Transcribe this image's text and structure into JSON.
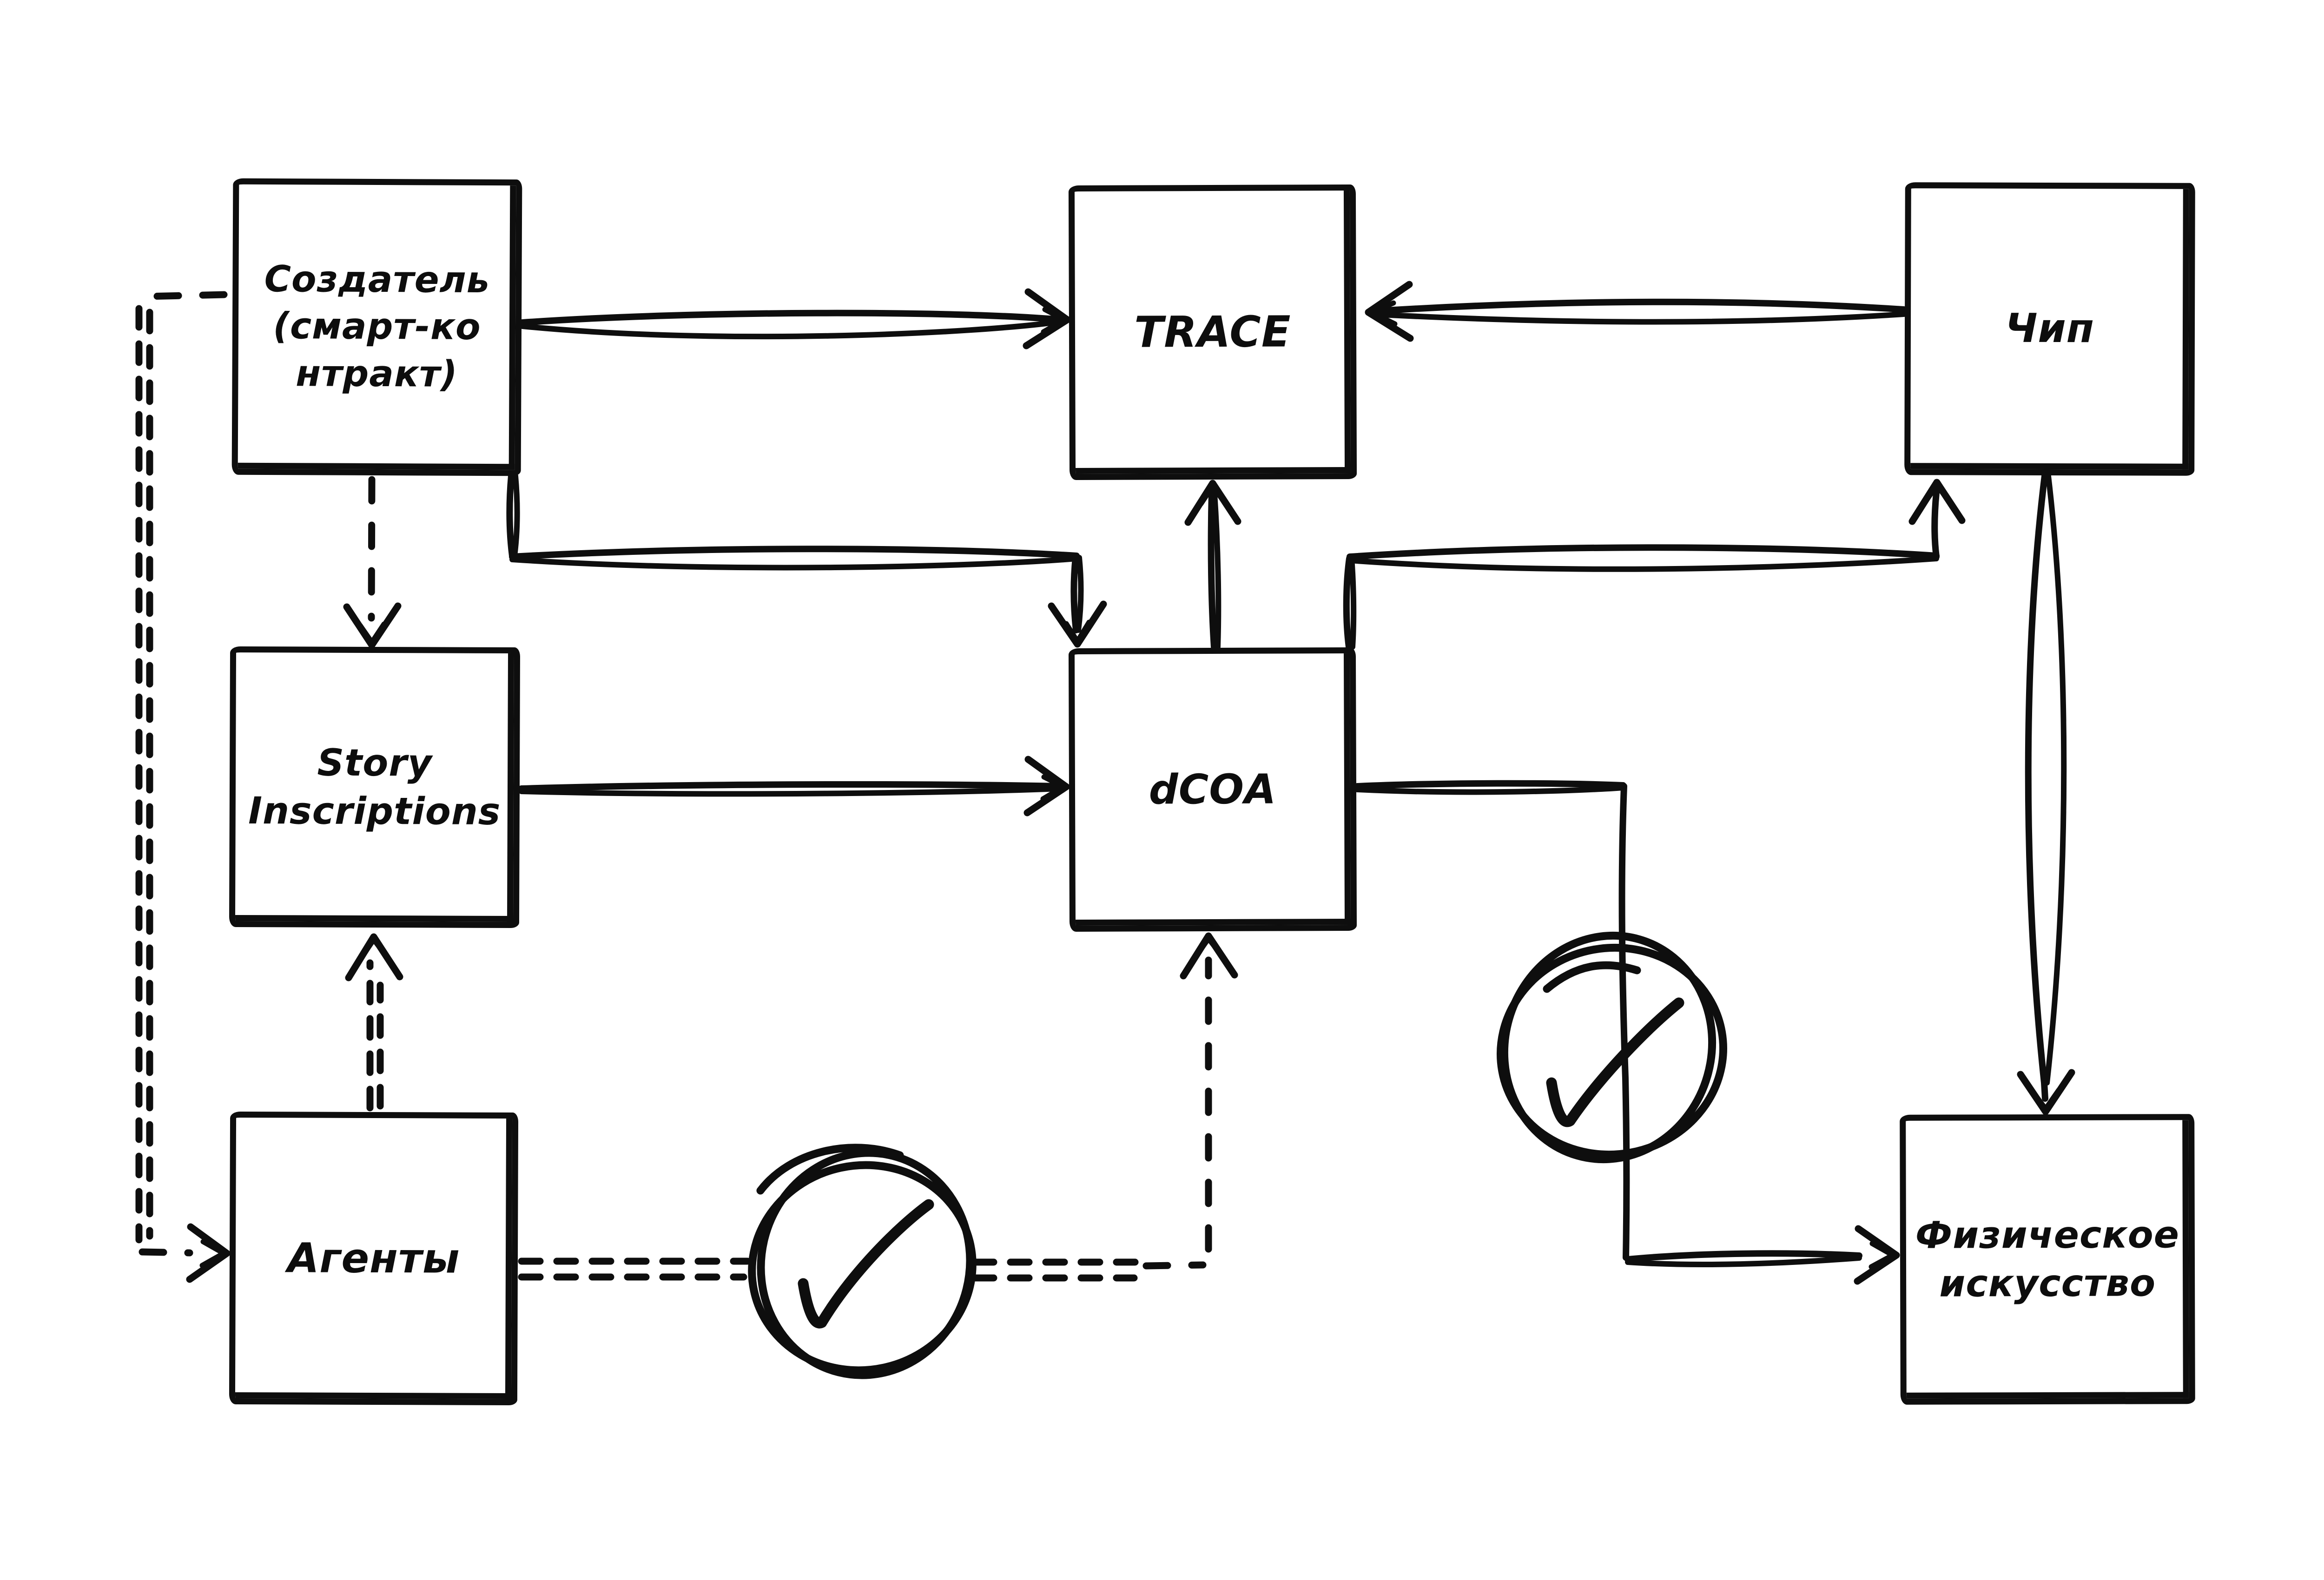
{
  "diagram": {
    "background": "#ffffff",
    "ink_color": "#0e0e0e",
    "nodes": [
      {
        "id": "creator",
        "label": "Создатель\n(смарт-ко\nнтракт)"
      },
      {
        "id": "trace",
        "label": "TRACE"
      },
      {
        "id": "chip",
        "label": "Чип"
      },
      {
        "id": "story",
        "label": "Story\nInscriptions"
      },
      {
        "id": "dcoa",
        "label": "dCOA"
      },
      {
        "id": "agents",
        "label": "Агенты"
      },
      {
        "id": "physical",
        "label": "Физическое\nискусство"
      }
    ],
    "edges": [
      {
        "from": "creator",
        "to": "trace",
        "style": "solid"
      },
      {
        "from": "chip",
        "to": "trace",
        "style": "solid"
      },
      {
        "from": "creator",
        "to": "dcoa",
        "style": "solid"
      },
      {
        "from": "dcoa",
        "to": "trace",
        "style": "solid"
      },
      {
        "from": "dcoa",
        "to": "chip",
        "style": "solid"
      },
      {
        "from": "story",
        "to": "dcoa",
        "style": "solid"
      },
      {
        "from": "creator",
        "to": "story",
        "style": "dashed"
      },
      {
        "from": "agents",
        "to": "story",
        "style": "dashed"
      },
      {
        "from": "creator",
        "to": "agents",
        "style": "dashed"
      },
      {
        "from": "agents",
        "to": "dcoa",
        "style": "dashed",
        "badge": "checkmark"
      },
      {
        "from": "dcoa",
        "to": "physical",
        "style": "solid",
        "badge": "checkmark"
      },
      {
        "from": "chip",
        "to": "physical",
        "style": "solid"
      }
    ],
    "icons": {
      "checkmark": "✓"
    }
  }
}
